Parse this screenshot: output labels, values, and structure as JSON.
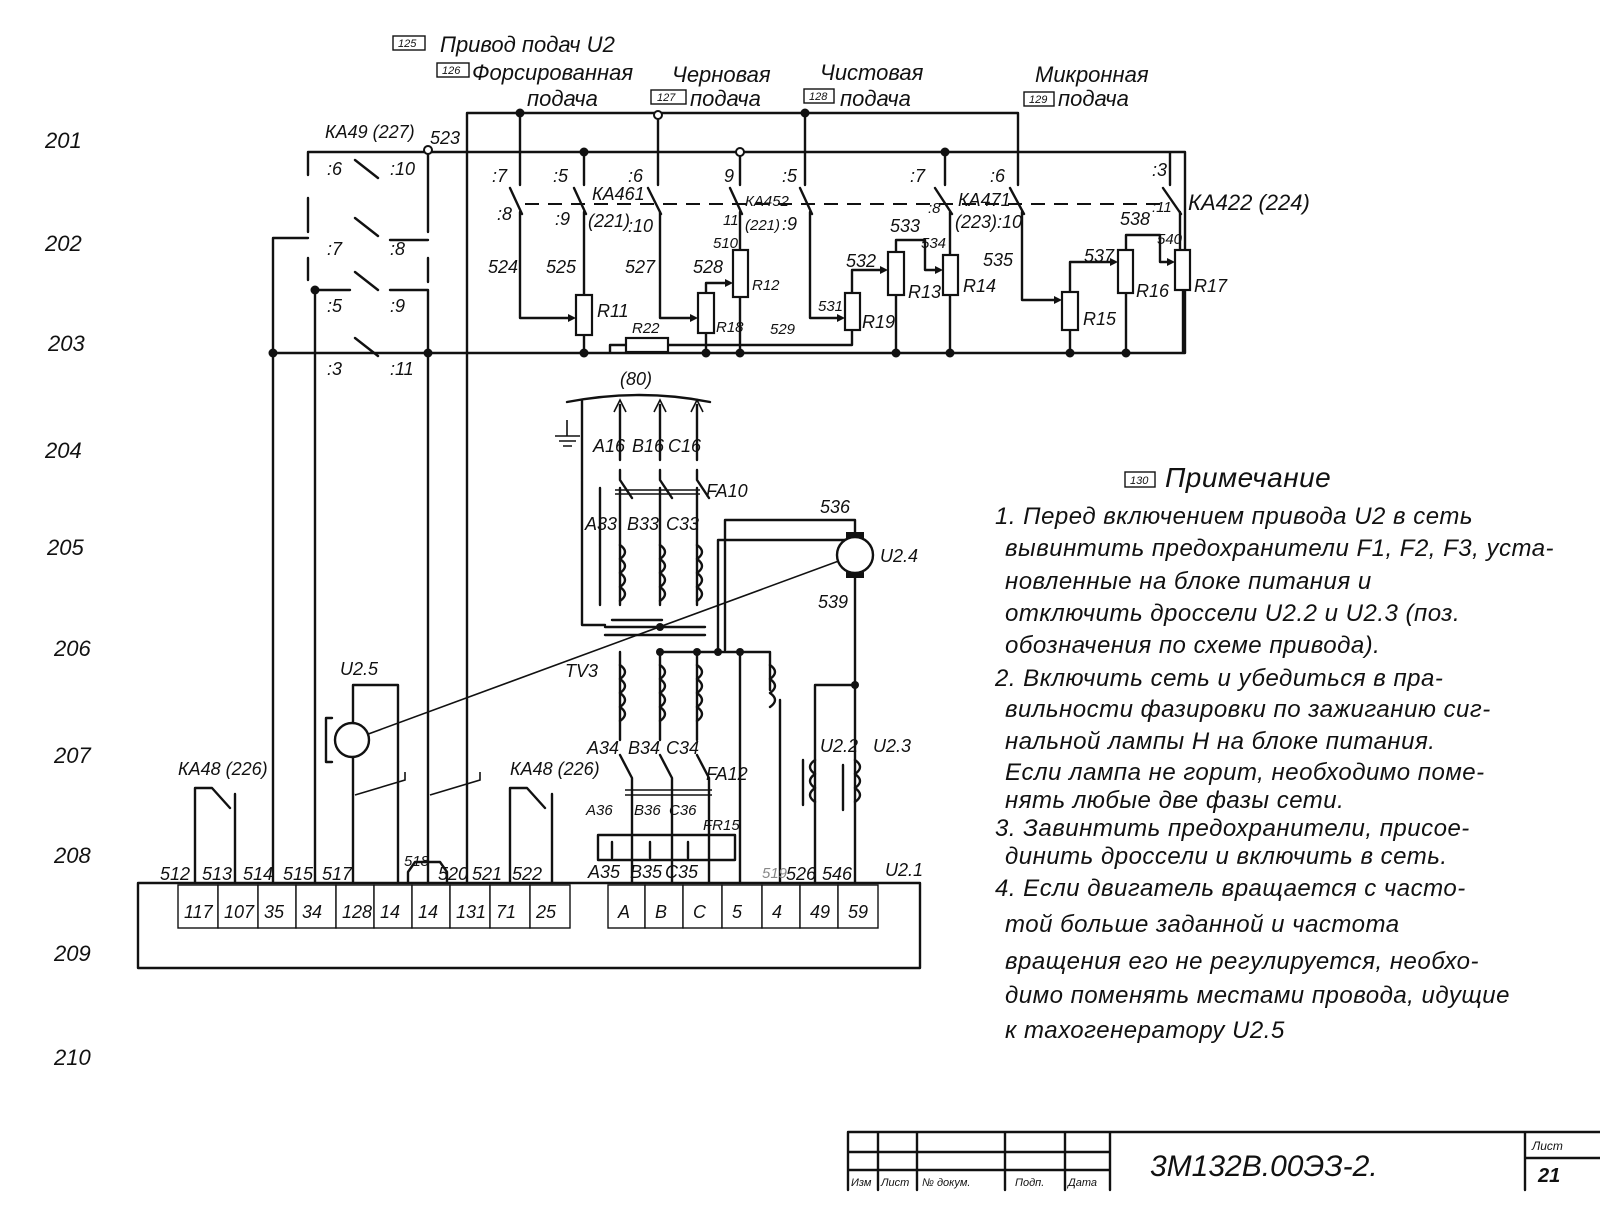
{
  "row_numbers": [
    "201",
    "202",
    "203",
    "204",
    "205",
    "206",
    "207",
    "208",
    "209",
    "210"
  ],
  "header": {
    "title_code": "125",
    "title": "Привод подач U2",
    "modes": [
      {
        "code": "126",
        "line1": "Форсированная",
        "line2": "подача"
      },
      {
        "code": "127",
        "line1": "Черновая",
        "line2": "подача"
      },
      {
        "code": "128",
        "line1": "Чистовая",
        "line2": "подача"
      },
      {
        "code": "129",
        "line1": "Микронная",
        "line2": "подача"
      }
    ]
  },
  "relays": {
    "ka49": "КА49 (227)",
    "ka461": "КА461",
    "ka461_ref": "(221)",
    "ka452": "КА452",
    "ka452_ref": "(221)",
    "ka471": "КА471",
    "ka471_ref": "(223)",
    "ka422": "КА422 (224)",
    "ka48_left": "КА48 (226)",
    "ka48_right": "КА48 (226)"
  },
  "contacts": {
    "ka49": [
      ":6",
      ":10",
      ":7",
      ":8",
      ":5",
      ":9",
      ":3",
      ":11"
    ],
    "top": [
      ":7",
      ":8",
      ":5",
      ":9",
      ":6",
      ":10",
      "9",
      "11",
      ":5",
      ":9",
      ":7",
      ":8",
      ":6",
      ":10",
      ":3",
      ":11"
    ]
  },
  "wires": {
    "w523": "523",
    "w524": "524",
    "w525": "525",
    "w527": "527",
    "w528": "528",
    "w510": "510",
    "w529": "529",
    "w531": "531",
    "w532": "532",
    "w533": "533",
    "w534": "534",
    "w535": "535",
    "w537": "537",
    "w538": "538",
    "w540": "540",
    "w536": "536",
    "w539": "539"
  },
  "resistors": {
    "r11": "R11",
    "r12": "R12",
    "r13": "R13",
    "r14": "R14",
    "r15": "R15",
    "r16": "R16",
    "r17": "R17",
    "r18": "R18",
    "r19": "R19",
    "r22": "R22"
  },
  "power": {
    "bundle": "(80)",
    "inputs": [
      "A16",
      "B16",
      "C16"
    ],
    "fa10": "FA10",
    "primary": [
      "A33",
      "B33",
      "C33"
    ],
    "transformer": "TV3",
    "secondary": [
      "A34",
      "B34",
      "C34"
    ],
    "fa12": "FA12",
    "after_breaker": [
      "A36",
      "B36",
      "C36"
    ],
    "fr15": "FR15",
    "outputs": [
      "A35",
      "B35",
      "C35"
    ]
  },
  "machines": {
    "motor": "U2.4",
    "tacho": "U2.5",
    "choke1": "U2.2",
    "choke2": "U2.3",
    "drive": "U2.1"
  },
  "terminal_wires": [
    "512",
    "513",
    "514",
    "515",
    "517",
    "518",
    "520",
    "521",
    "522",
    "519",
    "526",
    "546"
  ],
  "terminals_left": [
    "117",
    "107",
    "35",
    "34",
    "128",
    "14",
    "14",
    "131",
    "71",
    "25"
  ],
  "terminals_right": [
    "A",
    "B",
    "C",
    "5",
    "4",
    "49",
    "59"
  ],
  "notes": {
    "code": "130",
    "title": "Примечание",
    "lines": [
      "1.   Перед включением привода U2 в сеть",
      "вывинтить предохранители F1, F2, F3, уста-",
      "новленные  на блоке   питания и",
      "отключить  дроссели U2.2 и U2.3 (поз.",
      "обозначения  по схеме привода).",
      "2.   Включить сеть и убедиться в пра-",
      "вильности фазировки по зажиганию сиг-",
      "нальной  лампы Н  на блоке питания.",
      "Если лампа не горит, необходимо  поме-",
      "нять  любые  две  фазы сети.",
      "3.    Завинтить предохранители, присое-",
      "динить дроссели и  включить  в сеть.",
      "4.     Если  двигатель вращается с часто-",
      "той больше  заданной  и частота",
      "вращения его не регулируется, необхо-",
      "димо поменять местами провода, идущие",
      "к  тахогенератору U2.5"
    ]
  },
  "title_block": {
    "document_code": "3М132В.00ЭЗ-2.",
    "sheet_label": "Лист",
    "sheet_number": "21",
    "columns": [
      "Изм",
      "Лист",
      "№ докум.",
      "Подп.",
      "Дата"
    ]
  }
}
